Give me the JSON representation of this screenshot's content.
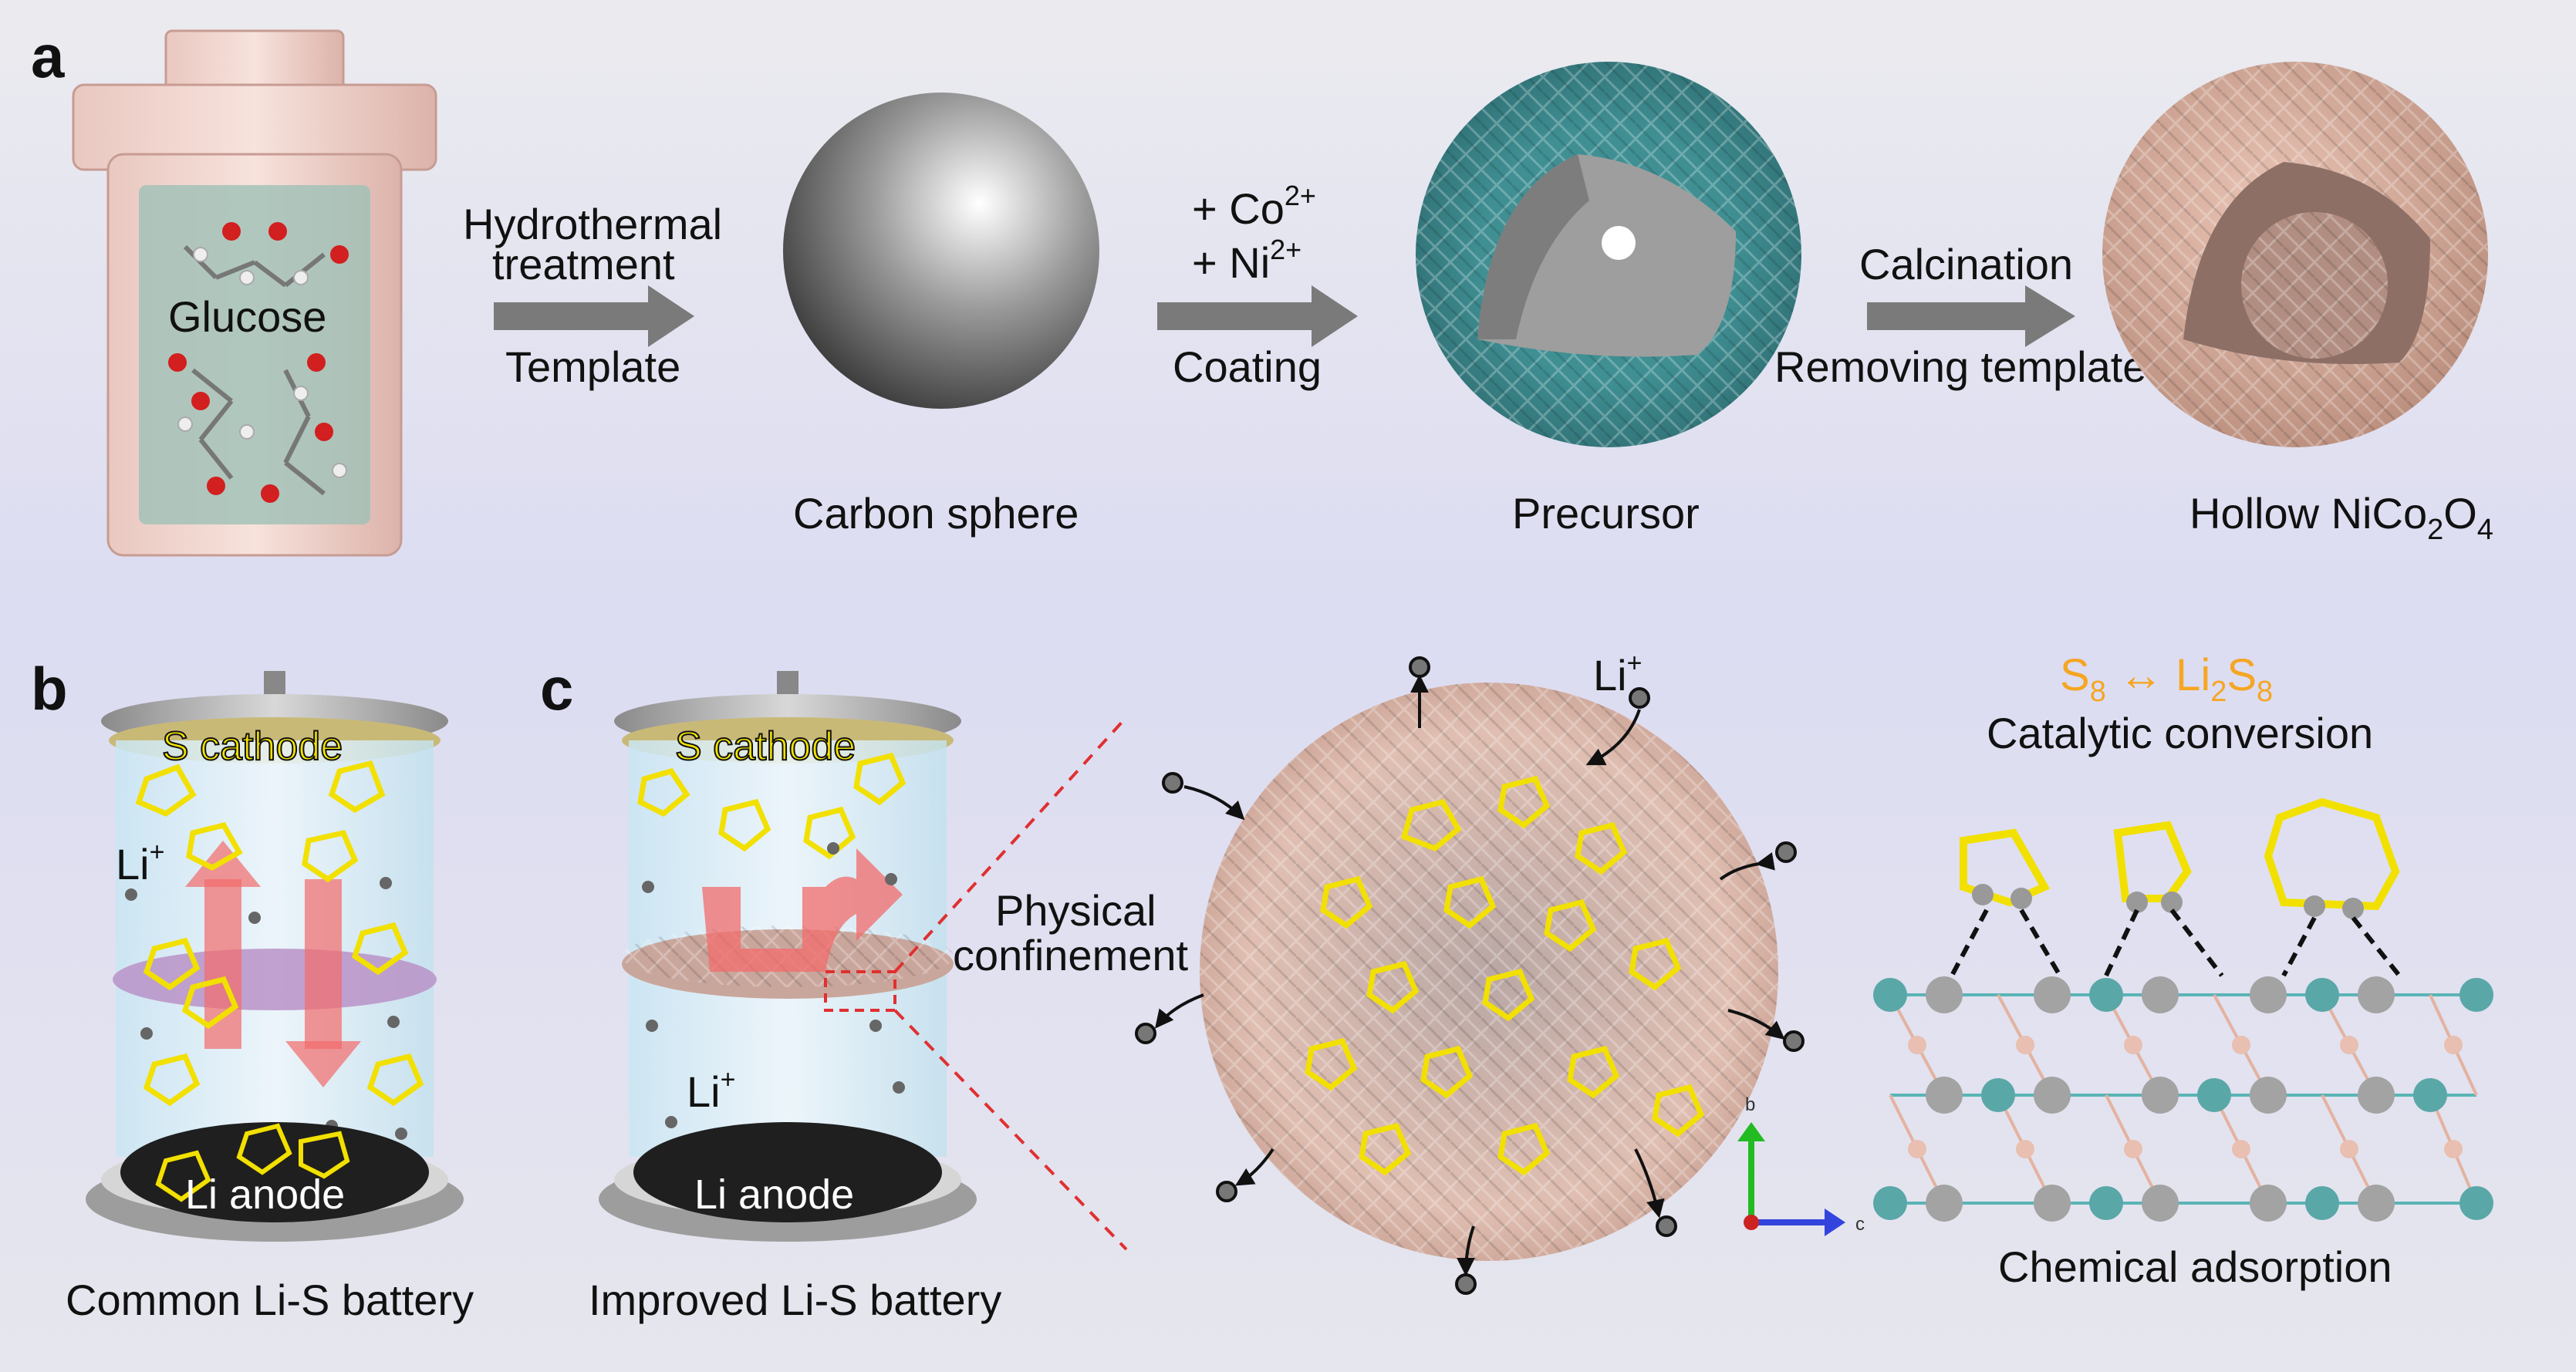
{
  "panel_labels": {
    "a": "a",
    "b": "b",
    "c": "c"
  },
  "panel_a": {
    "autoclave_label": "Glucose",
    "step1": {
      "above_line1": "Hydrothermal",
      "above_line2": "treatment",
      "below": "Template"
    },
    "carbon_sphere_label": "Carbon sphere",
    "step2": {
      "above_line1": "+ Co",
      "above_line1_sup": "2+",
      "above_line2": "+ Ni",
      "above_line2_sup": "2+",
      "below": "Coating"
    },
    "precursor_label": "Precursor",
    "step3": {
      "above": "Calcination",
      "below": "Removing template"
    },
    "product_label": {
      "prefix": "Hollow NiCo",
      "sub1": "2",
      "mid": "O",
      "sub2": "4"
    }
  },
  "panel_b": {
    "cathode_label": "S cathode",
    "li_ion_label": "Li",
    "li_ion_sup": "+",
    "anode_label": "Li anode",
    "caption": "Common Li-S battery"
  },
  "panel_c": {
    "cathode_label": "S cathode",
    "li_ion_label": "Li",
    "li_ion_sup": "+",
    "anode_label": "Li anode",
    "caption": "Improved Li-S battery",
    "confinement_line1": "Physical",
    "confinement_line2": "confinement",
    "sphere_li_label": "Li",
    "sphere_li_sup": "+",
    "reaction": {
      "s_main": "S",
      "s_sub": "8",
      "arrow": " ↔ Li",
      "li_sub": "2",
      "s2_main": "S",
      "s2_sub": "8"
    },
    "catalytic_label": "Catalytic conversion",
    "adsorption_label": "Chemical adsorption",
    "axis_b": "b",
    "axis_c": "c"
  },
  "colors": {
    "background": "#dfe0ef",
    "arrow": "#7a7a7a",
    "cathode_text": "#f4e400",
    "reaction_text": "#f5a623",
    "sulfur": "#f2e000",
    "teal_shell": "#4a9fa3",
    "pink_shell": "#d9aa98",
    "red_arrow": "#f26b6b"
  }
}
